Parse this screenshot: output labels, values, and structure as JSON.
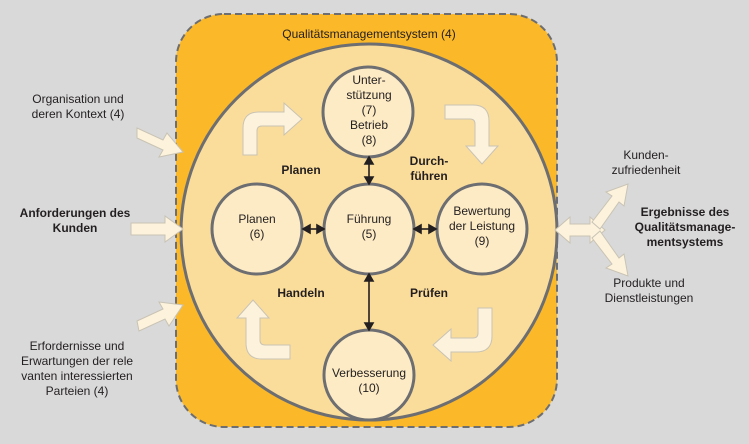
{
  "system_title": "Qualitätsmanagementsystem (4)",
  "inputs": {
    "organisation": "Organisation und\nderen Kontext (4)",
    "anforderungen": "Anforderungen des\nKunden",
    "erfordernisse": "Erfordernisse und\nErwartungen der rele\nvanten interessierten\nParteien (4)"
  },
  "outputs": {
    "zufriedenheit": "Kunden-\nzufriedenheit",
    "ergebnisse": "Ergebnisse des\nQualitätsmanage-\nmentsystems",
    "produkte": "Produkte und\nDienstleistungen"
  },
  "nodes": {
    "unterstuetzung": "Unter-\nstützung\n(7)\nBetrieb\n(8)",
    "planen": "Planen\n(6)",
    "fuehrung": "Führung\n(5)",
    "bewertung": "Bewertung\nder Leistung\n(9)",
    "verbesserung": "Verbesserung\n(10)"
  },
  "phases": {
    "planen": "Planen",
    "durchfuehren": "Durch-\nführen",
    "pruefen": "Prüfen",
    "handeln": "Handeln"
  },
  "colors": {
    "background": "#d9d9d9",
    "system_fill": "#fbb829",
    "circle_fill": "#fbdd9b",
    "node_fill": "#fdebc5",
    "arrow_fill": "#fdf3dc",
    "stroke": "#6d6e71"
  }
}
